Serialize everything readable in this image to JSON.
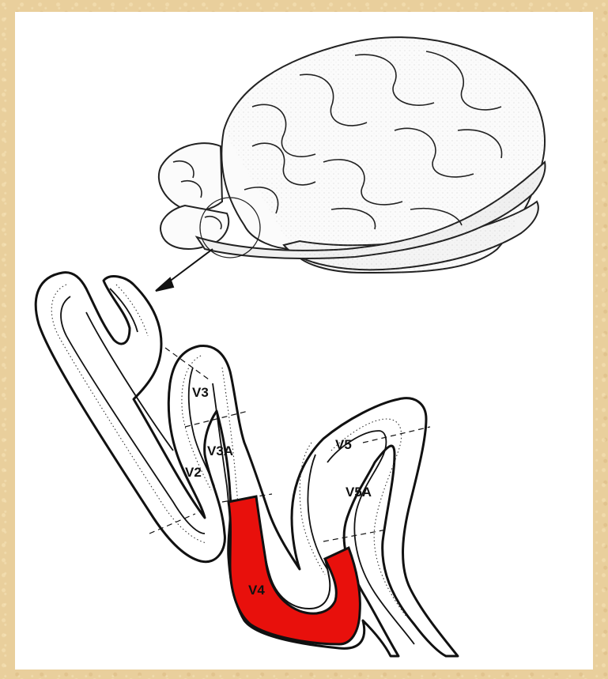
{
  "labels": {
    "v3": "V3",
    "v3a": "V3A",
    "v2": "V2",
    "v5": "V5",
    "v5a": "V5A",
    "v4": "V4"
  },
  "colors": {
    "background": "#e9cf9c",
    "panel": "#ffffff",
    "highlight_v4": "#e8100c",
    "ink": "#111111"
  }
}
